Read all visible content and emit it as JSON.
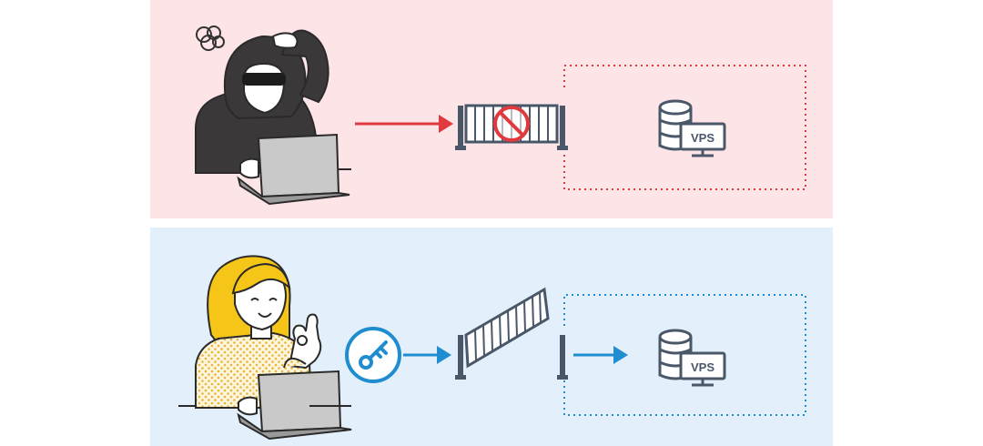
{
  "scene_blocked": {
    "server_label": "VPS",
    "colors": {
      "panel": "#fde4e6",
      "arrow": "#e0393e",
      "border": "#e0393e",
      "prohibit": "#e0393e"
    },
    "icons": [
      "hacker-figure",
      "laptop-icon",
      "closed-gate-icon",
      "prohibited-icon",
      "server-database-icon",
      "monitor-icon"
    ]
  },
  "scene_allowed": {
    "server_label": "VPS",
    "colors": {
      "panel": "#e3f0fb",
      "arrow": "#1f8dcf",
      "border": "#1f8dcf",
      "key": "#1f8dcf"
    },
    "icons": [
      "woman-figure",
      "ok-hand-gesture",
      "laptop-icon",
      "key-icon",
      "open-gate-icon",
      "server-database-icon",
      "monitor-icon"
    ]
  }
}
